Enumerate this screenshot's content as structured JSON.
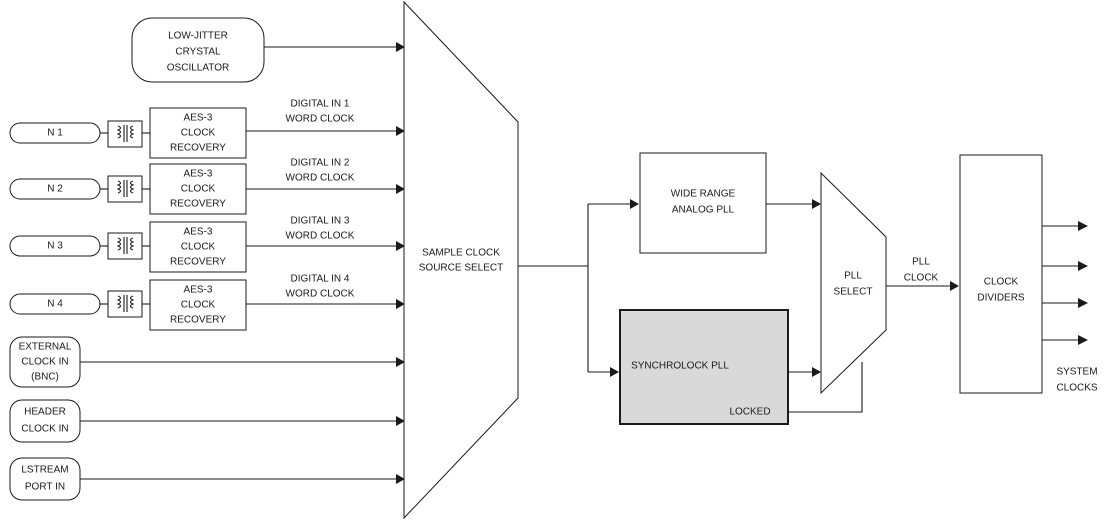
{
  "diagram": {
    "oscillator": [
      "LOW-JITTER",
      "CRYSTAL",
      "OSCILLATOR"
    ],
    "inputs": [
      {
        "id": "in1",
        "label": "N 1",
        "recovery": [
          "AES-3",
          "CLOCK",
          "RECOVERY"
        ],
        "signal": [
          "DIGITAL IN 1",
          "WORD CLOCK"
        ]
      },
      {
        "id": "in2",
        "label": "N 2",
        "recovery": [
          "AES-3",
          "CLOCK",
          "RECOVERY"
        ],
        "signal": [
          "DIGITAL IN 2",
          "WORD CLOCK"
        ]
      },
      {
        "id": "in3",
        "label": "N 3",
        "recovery": [
          "AES-3",
          "CLOCK",
          "RECOVERY"
        ],
        "signal": [
          "DIGITAL IN 3",
          "WORD CLOCK"
        ]
      },
      {
        "id": "in4",
        "label": "N 4",
        "recovery": [
          "AES-3",
          "CLOCK",
          "RECOVERY"
        ],
        "signal": [
          "DIGITAL IN 4",
          "WORD CLOCK"
        ]
      }
    ],
    "external_sources": [
      {
        "id": "bnc",
        "label": [
          "EXTERNAL",
          "CLOCK IN",
          "(BNC)"
        ]
      },
      {
        "id": "header",
        "label": [
          "HEADER",
          "CLOCK IN"
        ]
      },
      {
        "id": "lstream",
        "label": [
          "LSTREAM",
          "PORT IN"
        ]
      }
    ],
    "source_select": [
      "SAMPLE CLOCK",
      "SOURCE SELECT"
    ],
    "analog_pll": [
      "WIDE RANGE",
      "ANALOG PLL"
    ],
    "synchrolock_pll": "SYNCHROLOCK PLL",
    "locked": "LOCKED",
    "pll_select": [
      "PLL",
      "SELECT"
    ],
    "pll_clock": [
      "PLL",
      "CLOCK"
    ],
    "clock_dividers": [
      "CLOCK",
      "DIVIDERS"
    ],
    "system_clocks": [
      "SYSTEM",
      "CLOCKS"
    ]
  }
}
